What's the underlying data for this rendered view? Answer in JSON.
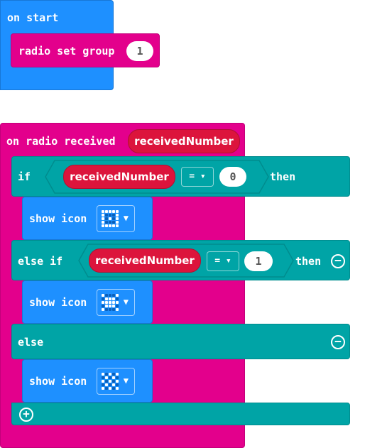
{
  "on_start": {
    "label": "on start",
    "radio_set_group": {
      "label": "radio set group",
      "value": "1"
    }
  },
  "radio_received": {
    "label": "on radio received",
    "param": "receivedNumber"
  },
  "if_block": {
    "if_label": "if",
    "then_label": "then",
    "var": "receivedNumber",
    "op": "=",
    "value": "0",
    "show_icon_label": "show icon",
    "icon": [
      [
        1,
        1,
        1,
        1,
        1
      ],
      [
        1,
        0,
        0,
        0,
        1
      ],
      [
        1,
        0,
        1,
        0,
        1
      ],
      [
        1,
        0,
        0,
        0,
        1
      ],
      [
        1,
        1,
        1,
        1,
        1
      ]
    ]
  },
  "else_if_block": {
    "label": "else if",
    "then_label": "then",
    "var": "receivedNumber",
    "op": "=",
    "value": "1",
    "show_icon_label": "show icon",
    "icon": [
      [
        1,
        0,
        0,
        0,
        1
      ],
      [
        0,
        1,
        1,
        1,
        0
      ],
      [
        1,
        1,
        1,
        1,
        1
      ],
      [
        0,
        1,
        1,
        1,
        0
      ],
      [
        1,
        0,
        0,
        0,
        1
      ]
    ]
  },
  "else_block": {
    "label": "else",
    "show_icon_label": "show icon",
    "icon": [
      [
        1,
        0,
        1,
        0,
        1
      ],
      [
        0,
        1,
        0,
        1,
        0
      ],
      [
        1,
        0,
        1,
        0,
        1
      ],
      [
        0,
        1,
        0,
        1,
        0
      ],
      [
        1,
        0,
        1,
        0,
        1
      ]
    ]
  },
  "colors": {
    "basic": "#1e90ff",
    "radio": "#e3008c",
    "logic": "#00a4a6",
    "variable": "#dc143c"
  },
  "icons": {
    "add": "plus-circle-icon",
    "remove": "minus-circle-icon",
    "dropdown": "caret-down-icon"
  }
}
